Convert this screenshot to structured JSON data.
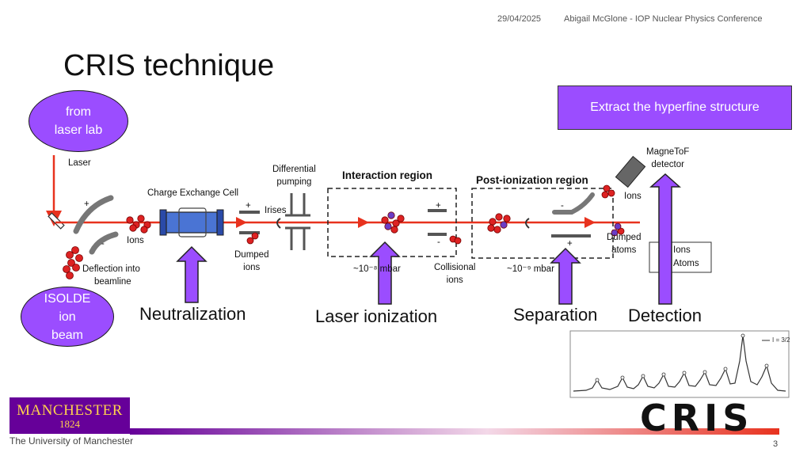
{
  "header": {
    "date": "29/04/2025",
    "presenter": "Abigail McGlone - IOP Nuclear Physics Conference"
  },
  "title": "CRIS technique",
  "bubbles": {
    "laser_lab": [
      "from",
      "laser lab"
    ],
    "isolde": [
      "ISOLDE",
      "ion",
      "beam"
    ]
  },
  "extract_box": "Extract the hyperfine structure",
  "diagram": {
    "laser": "Laser",
    "ions_left": "Ions",
    "deflection": [
      "Deflection into",
      "beamline"
    ],
    "charge_exchange_cell": "Charge Exchange Cell",
    "dumped_ions": [
      "Dumped",
      "ions"
    ],
    "irises": "Irises",
    "differential_pumping": [
      "Differential",
      "pumping"
    ],
    "interaction_region": "Interaction region",
    "post_ionization_region": "Post-ionization region",
    "pressure_interaction": "~10⁻⁸ mbar",
    "pressure_post": "~10⁻⁹ mbar",
    "collisional_ions": [
      "Collisional",
      "ions"
    ],
    "magnetof": [
      "MagneToF",
      "detector"
    ],
    "ions_right": "Ions",
    "dumped_atoms": [
      "Dumped",
      "atoms"
    ],
    "legend_ions": "Ions",
    "legend_atoms": "Atoms",
    "plus": "+",
    "minus": "-"
  },
  "stages": {
    "neutralization": "Neutralization",
    "laser_ionization": "Laser ionization",
    "separation": "Separation",
    "detection": "Detection"
  },
  "spectrum_legend": "I = 3/2",
  "cris_logo": "CRIS",
  "footer": {
    "logo_main": "MANCHESTER",
    "logo_year": "1824",
    "university": "The University of Manchester",
    "page": "3"
  },
  "colors": {
    "purple": "#9b4dff",
    "beam_red": "#e8321e",
    "manchester_purple": "#660099",
    "manchester_gold": "#ffd24d"
  }
}
